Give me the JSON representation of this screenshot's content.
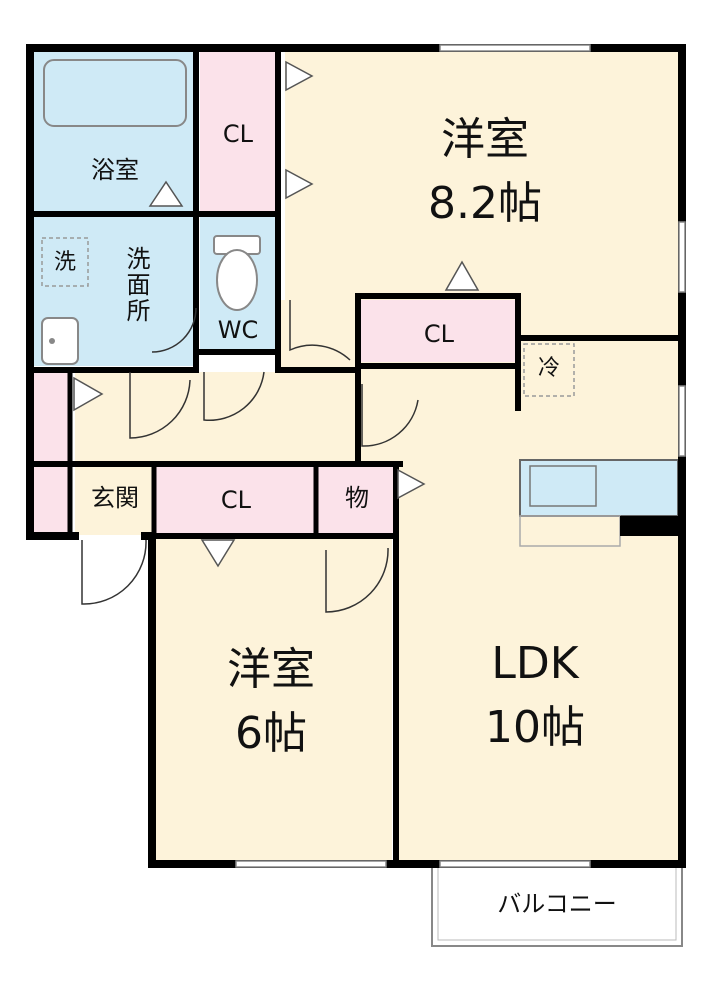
{
  "rooms": {
    "western_room_1": {
      "name": "洋室",
      "size": "8.2帖"
    },
    "western_room_2": {
      "name": "洋室",
      "size": "6帖"
    },
    "ldk": {
      "name": "LDK",
      "size": "10帖"
    },
    "bathroom": "浴室",
    "washroom": "洗面所",
    "toilet": "WC",
    "closet_top": "CL",
    "closet_mid": "CL",
    "closet_bottom": "CL",
    "storage": "物",
    "entrance": "玄関",
    "balcony": "バルコニー"
  },
  "appliances": {
    "washer": "洗",
    "fridge": "冷"
  },
  "colors": {
    "wall": "#000000",
    "western_floor": "#fdf3da",
    "water_area": "#cfeaf6",
    "closet": "#fbe2ea",
    "balcony": "#ffffff"
  }
}
